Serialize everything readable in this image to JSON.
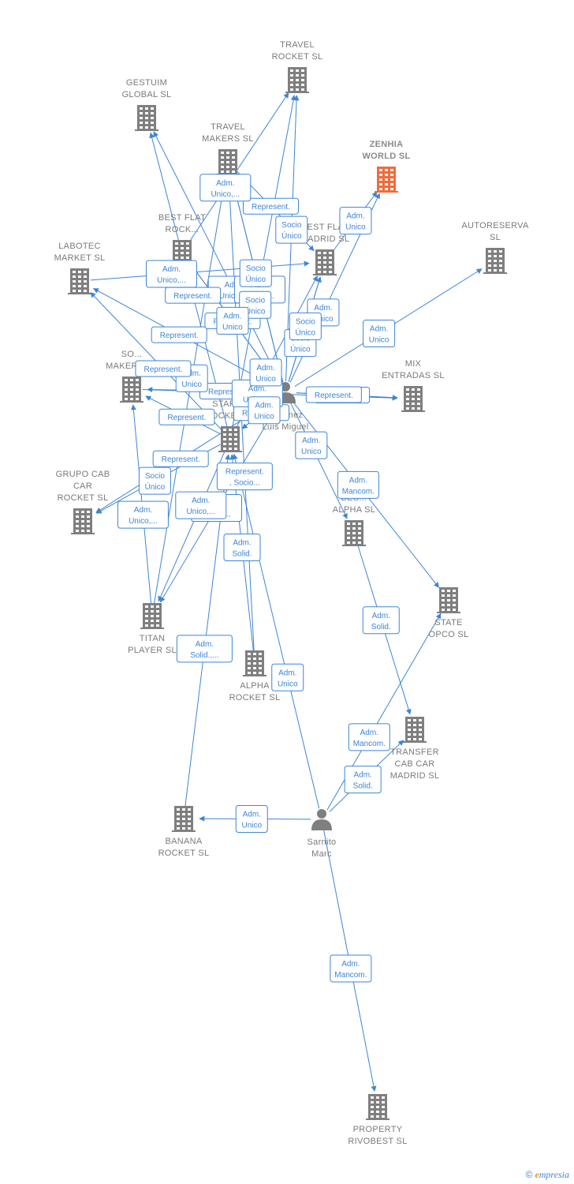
{
  "colors": {
    "edge": "#3d85d6",
    "node": "#7f7f7f",
    "focus": "#f26b3a"
  },
  "nodes": [
    {
      "id": "travel_rocket",
      "lines": [
        "TRAVEL",
        "ROCKET  SL"
      ],
      "icon": "building-icon"
    },
    {
      "id": "gestuim",
      "lines": [
        "GESTUIM",
        "GLOBAL  SL"
      ],
      "icon": "building-icon"
    },
    {
      "id": "travel_makers",
      "lines": [
        "TRAVEL",
        "MAKERS SL"
      ],
      "icon": "building-icon"
    },
    {
      "id": "zenhia",
      "lines": [
        "ZENHIA",
        "WORLD  SL"
      ],
      "icon": "building-icon",
      "focus": true
    },
    {
      "id": "best_flat_rock",
      "lines": [
        "BEST FLAT",
        "ROCK..."
      ],
      "icon": "building-icon"
    },
    {
      "id": "best_flat_madrid",
      "lines": [
        "BEST FLAT",
        "MADRID  SL"
      ],
      "icon": "building-icon"
    },
    {
      "id": "autoreserva",
      "lines": [
        "AUTORESERVA",
        "SL"
      ],
      "icon": "building-icon"
    },
    {
      "id": "labotec",
      "lines": [
        "LABOTEC",
        "MARKET  SL"
      ],
      "icon": "building-icon"
    },
    {
      "id": "martinez",
      "lines": [
        "Martinez",
        "Luis Miguel"
      ],
      "icon": "person-icon"
    },
    {
      "id": "so_makers",
      "lines": [
        "SO...",
        "MAKERS  SL"
      ],
      "icon": "building-icon"
    },
    {
      "id": "mix",
      "lines": [
        "MIX",
        "ENTRADAS  SL"
      ],
      "icon": "building-icon"
    },
    {
      "id": "start_rocket",
      "lines": [
        "START...",
        "ROCKET  SL"
      ],
      "icon": "building-icon"
    },
    {
      "id": "grupo_cab",
      "lines": [
        "GRUPO CAB",
        "CAR",
        "ROCKET  SL"
      ],
      "icon": "building-icon"
    },
    {
      "id": "best_alpha",
      "lines": [
        "BES...",
        "ALPHA  SL"
      ],
      "icon": "building-icon"
    },
    {
      "id": "state_opco",
      "lines": [
        "STATE",
        "OPCO  SL"
      ],
      "icon": "building-icon"
    },
    {
      "id": "titan",
      "lines": [
        "TITAN",
        "PLAYER  SL"
      ],
      "icon": "building-icon"
    },
    {
      "id": "alpha_rocket",
      "lines": [
        "ALPHA",
        "ROCKET  SL"
      ],
      "icon": "building-icon"
    },
    {
      "id": "transfer",
      "lines": [
        "TRANSFER",
        "CAB CAR",
        "MADRID  SL"
      ],
      "icon": "building-icon"
    },
    {
      "id": "banana",
      "lines": [
        "BANANA",
        "ROCKET  SL"
      ],
      "icon": "building-icon"
    },
    {
      "id": "sarnito",
      "lines": [
        "Sarnito",
        "Marc"
      ],
      "icon": "person-icon"
    },
    {
      "id": "property",
      "lines": [
        "PROPERTY",
        "RIVOBEST  SL"
      ],
      "icon": "building-icon"
    }
  ],
  "edges": [
    {
      "from": "martinez",
      "to": "gestuim",
      "label": [
        "Adm.",
        "Unico,..."
      ]
    },
    {
      "from": "martinez",
      "to": "travel_makers",
      "label": [
        "Adm.",
        "Unico,..."
      ]
    },
    {
      "from": "martinez",
      "to": "travel_rocket",
      "label": [
        "Socio",
        "Único"
      ]
    },
    {
      "from": "martinez",
      "to": "zenhia",
      "label": [
        "Adm.",
        "Unico"
      ]
    },
    {
      "from": "martinez",
      "to": "autoreserva",
      "label": [
        "Adm.",
        "Unico"
      ]
    },
    {
      "from": "martinez",
      "to": "labotec",
      "label": [
        "Represent."
      ]
    },
    {
      "from": "martinez",
      "to": "so_makers",
      "label": [
        "Represent."
      ]
    },
    {
      "from": "martinez",
      "to": "mix",
      "label": [
        "Represent."
      ]
    },
    {
      "from": "martinez",
      "to": "grupo_cab",
      "label": [
        "Represent."
      ]
    },
    {
      "from": "martinez",
      "to": "best_alpha",
      "label": [
        "Adm.",
        "Unico"
      ]
    },
    {
      "from": "martinez",
      "to": "state_opco",
      "label": [
        "Adm.",
        "Mancom."
      ]
    },
    {
      "from": "martinez",
      "to": "titan",
      "label": [
        "Adm.",
        "Unico,..."
      ]
    },
    {
      "from": "martinez",
      "to": "best_flat_madrid",
      "label": [
        "Socio",
        "Único"
      ]
    },
    {
      "from": "martinez",
      "to": "start_rocket",
      "label": [
        "Represent."
      ]
    },
    {
      "from": "martinez",
      "to": "best_flat_rock",
      "label": [
        "Represent."
      ]
    },
    {
      "from": "start_rocket",
      "to": "travel_rocket",
      "label": [
        "Socio",
        "Único"
      ]
    },
    {
      "from": "start_rocket",
      "to": "gestuim",
      "label": [
        "Represent."
      ]
    },
    {
      "from": "start_rocket",
      "to": "grupo_cab",
      "label": [
        "Socio",
        "Único"
      ]
    },
    {
      "from": "start_rocket",
      "to": "titan",
      "label": [
        "Adm.",
        "Unico,..."
      ]
    },
    {
      "from": "titan",
      "to": "so_makers",
      "label": [
        "Adm.",
        "Unico,..."
      ]
    },
    {
      "from": "alpha_rocket",
      "to": "start_rocket",
      "label": [
        "Adm.",
        "Solid."
      ]
    },
    {
      "from": "alpha_rocket",
      "to": "travel_makers",
      "label": [
        "Represent.",
        ", Socio..."
      ]
    },
    {
      "from": "banana",
      "to": "start_rocket",
      "label": [
        "Adm.",
        "Solid.,..."
      ]
    },
    {
      "from": "sarnito",
      "to": "banana",
      "label": [
        "Adm.",
        "Unico"
      ]
    },
    {
      "from": "sarnito",
      "to": "state_opco",
      "label": [
        "Adm.",
        "Mancom."
      ]
    },
    {
      "from": "sarnito",
      "to": "transfer",
      "label": [
        "Adm.",
        "Solid."
      ]
    },
    {
      "from": "sarnito",
      "to": "property",
      "label": [
        "Adm.",
        "Mancom."
      ]
    },
    {
      "from": "sarnito",
      "to": "start_rocket",
      "label": [
        "Adm.",
        "Unico"
      ]
    },
    {
      "from": "best_alpha",
      "to": "transfer",
      "label": [
        "Adm.",
        "Solid."
      ]
    },
    {
      "from": "best_flat_madrid",
      "to": "zenhia",
      "label": [
        "Adm.",
        "Unico"
      ]
    },
    {
      "from": "labotec",
      "to": "best_flat_madrid",
      "label": [
        "Adm.",
        "Unico,..."
      ]
    },
    {
      "from": "so_makers",
      "to": "mix",
      "label": [
        "Adm.",
        "Unico,..."
      ]
    },
    {
      "from": "martinez",
      "to": "best_flat_madrid",
      "label": [
        "Socio",
        "Único"
      ]
    },
    {
      "from": "start_rocket",
      "to": "best_flat_madrid",
      "label": [
        "Adm.",
        "Unico"
      ]
    },
    {
      "from": "travel_makers",
      "to": "best_flat_madrid",
      "label": [
        "Represent."
      ]
    },
    {
      "from": "titan",
      "to": "travel_makers",
      "label": [
        "Adm.",
        "Unico"
      ]
    },
    {
      "from": "best_flat_rock",
      "to": "travel_rocket",
      "label": [
        "Adm.",
        "Unico,..."
      ]
    },
    {
      "from": "start_rocket",
      "to": "labotec",
      "label": [
        "Represent."
      ]
    },
    {
      "from": "martinez",
      "to": "travel_makers",
      "label": [
        "Socio",
        "Único"
      ]
    },
    {
      "from": "martinez",
      "to": "start_rocket",
      "label": [
        "Adm.",
        "Unico"
      ]
    },
    {
      "from": "start_rocket",
      "to": "so_makers",
      "label": [
        "Represent."
      ]
    },
    {
      "from": "martinez",
      "to": "best_flat_rock",
      "label": [
        "Adm.",
        "Unico"
      ]
    },
    {
      "from": "martinez",
      "to": "mix",
      "label": [
        "Represent."
      ]
    }
  ],
  "footer": {
    "copyright": "©",
    "brand_initial": "e",
    "brand_rest": "mpresia"
  }
}
